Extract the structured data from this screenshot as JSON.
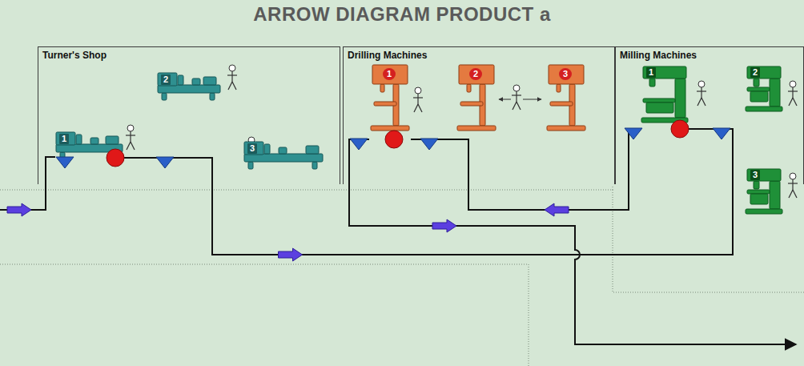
{
  "diagram": {
    "title": "ARROW DIAGRAM PRODUCT a",
    "nodes": [
      {
        "text": [
          "Turner's Shop"
        ]
      },
      {
        "text": [
          "1"
        ],
        "in": 0
      },
      {
        "text": [
          "2"
        ],
        "in": 0
      },
      {
        "text": [
          "3"
        ],
        "in": 0
      },
      {
        "text": [
          "Drilling Machines"
        ]
      },
      {
        "text": [
          "1"
        ],
        "in": 4
      },
      {
        "text": [
          "2"
        ],
        "in": 4
      },
      {
        "text": [
          "3"
        ],
        "in": 4
      },
      {
        "text": [
          "Milling Machines"
        ]
      },
      {
        "text": [
          "1"
        ],
        "in": 8
      },
      {
        "text": [
          "2"
        ],
        "in": 8
      },
      {
        "text": [
          "3"
        ],
        "in": 8
      }
    ],
    "edges": [
      {
        "from": 1,
        "to": 9,
        "arrow": "to"
      },
      {
        "from": 9,
        "to": 5,
        "arrow": "to"
      }
    ]
  }
}
